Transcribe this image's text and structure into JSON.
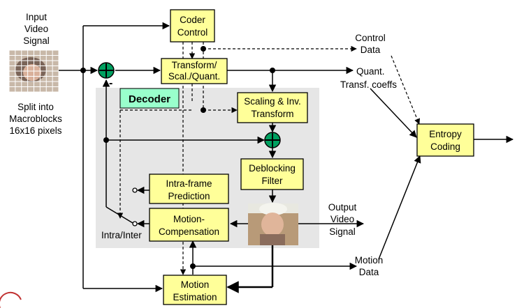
{
  "labels": {
    "input": [
      "Input",
      "Video",
      "Signal"
    ],
    "split": [
      "Split into",
      "Macroblocks",
      "16x16 pixels"
    ],
    "control_data": [
      "Control",
      "Data"
    ],
    "quant_coeffs": [
      "Quant.",
      "Transf. coeffs"
    ],
    "output": [
      "Output",
      "Video",
      "Signal"
    ],
    "motion_data": [
      "Motion",
      "Data"
    ],
    "intra_inter": "Intra/Inter",
    "minus": "-"
  },
  "blocks": {
    "coder_control": [
      "Coder",
      "Control"
    ],
    "transform": [
      "Transform/",
      "Scal./Quant."
    ],
    "scaling": [
      "Scaling & Inv.",
      "Transform"
    ],
    "deblocking": [
      "Deblocking",
      "Filter"
    ],
    "intra": [
      "Intra-frame",
      "Prediction"
    ],
    "motion_comp": [
      "Motion-",
      "Compensation"
    ],
    "motion_est": [
      "Motion",
      "Estimation"
    ],
    "entropy": [
      "Entropy",
      "Coding"
    ],
    "decoder": "Decoder"
  },
  "colors": {
    "block_fill": "#ffff99",
    "decoder_fill": "#99ffcc",
    "decoder_region": "#e6e6e6",
    "adder": "#00a060"
  }
}
